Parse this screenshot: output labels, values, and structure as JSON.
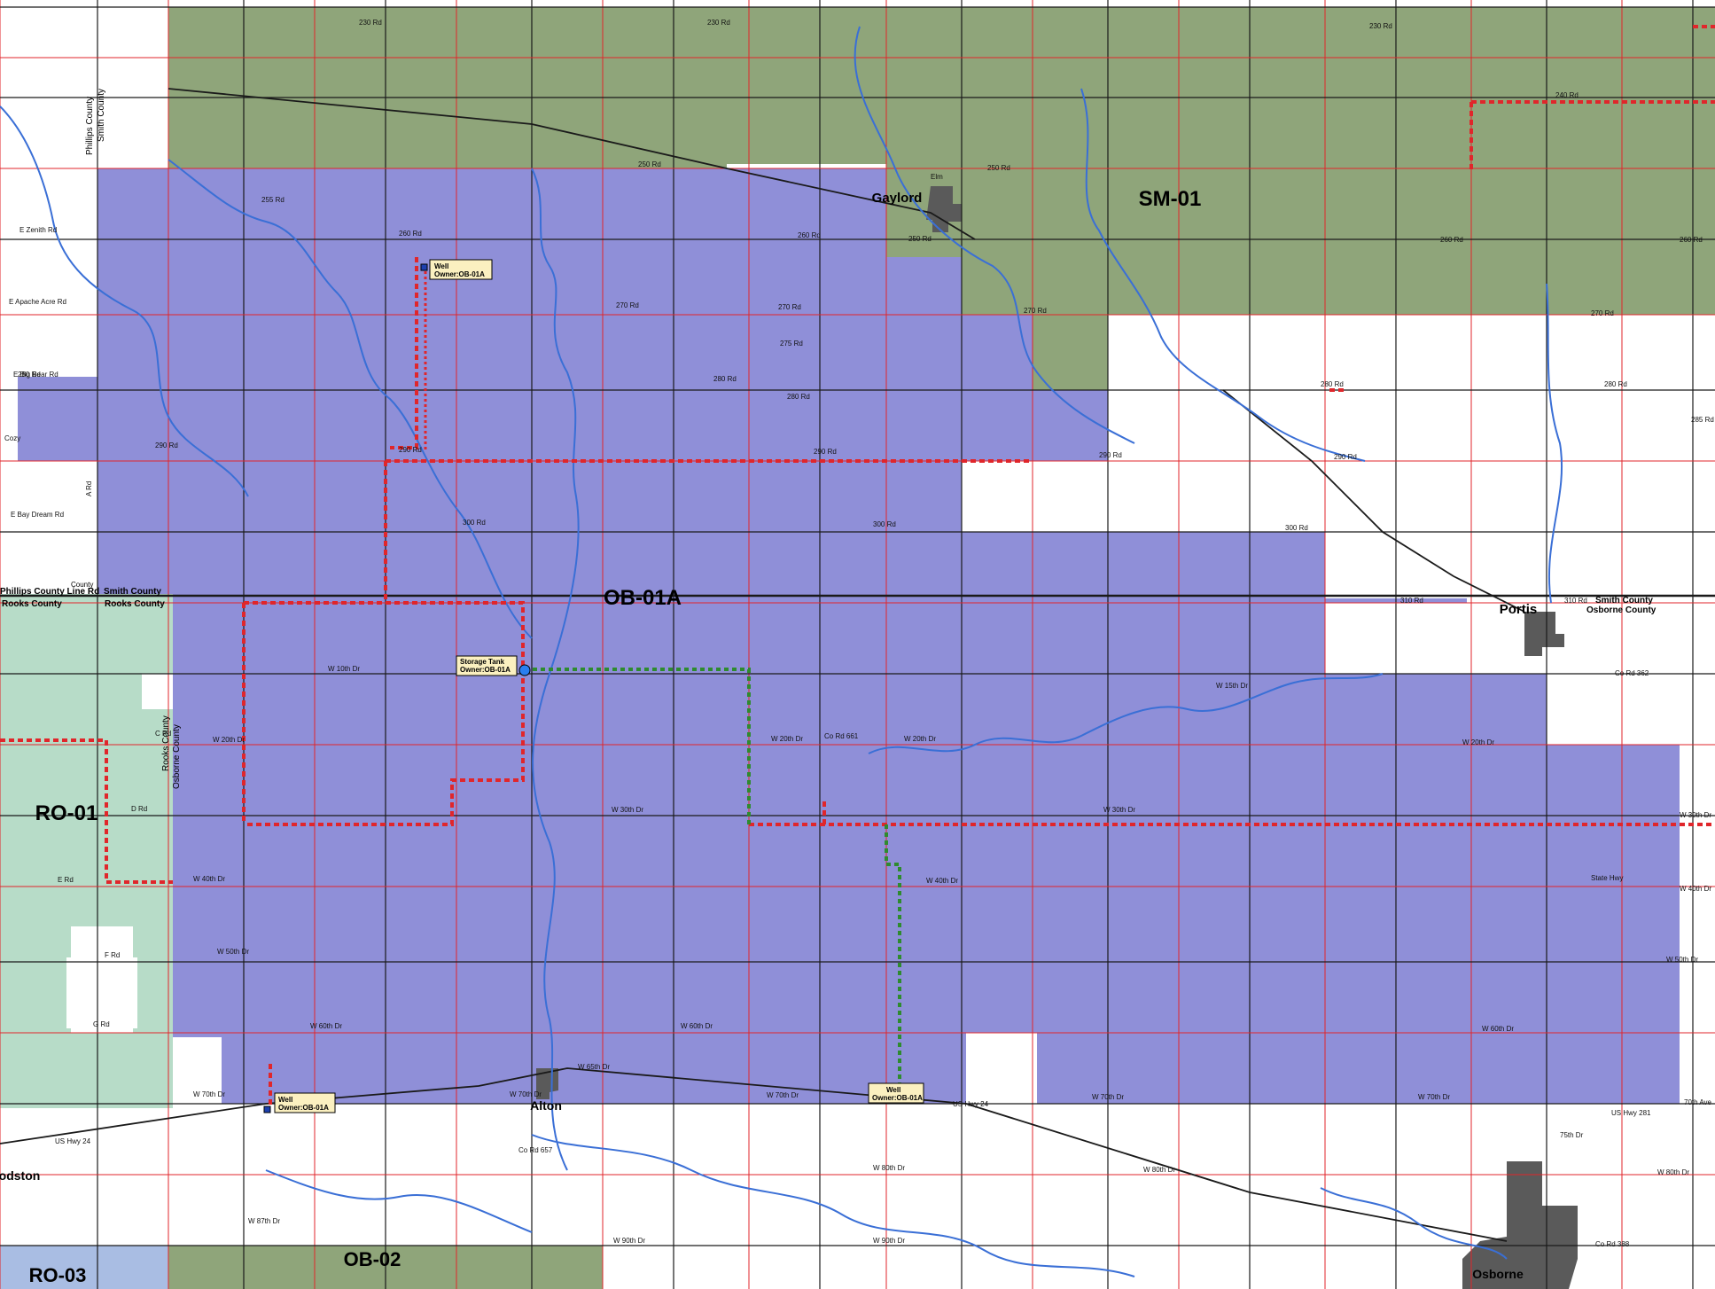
{
  "colors": {
    "sm01": "#8fa57a",
    "ob01a": "#8f8fd8",
    "ro01": "#b7dcc8",
    "ro03": "#a9bde3",
    "ob02": "#8fa57a",
    "town": "#5a5a5a",
    "section_line": "#e0262b",
    "road": "#1a1a1a",
    "river": "#3a6fd6",
    "zone_boundary": "#e0262b",
    "pipeline": "#2e8b2e",
    "label_box": "#fbf0c0"
  },
  "zones": {
    "sm01": "SM-01",
    "ob01a": "OB-01A",
    "ro01": "RO-01",
    "ro03": "RO-03",
    "ob02": "OB-02"
  },
  "towns": {
    "gaylord": "Gaylord",
    "portis": "Portis",
    "alton": "Alton",
    "osborne": "Osborne",
    "stockton": "odston"
  },
  "counties": {
    "phillips_smith_line": "Phillips County Line Rd",
    "smith_county": "Smith County",
    "rooks_county": "Rooks County",
    "phillips_vert": "Phillips County",
    "smith_vert": "Smith County",
    "rooks_vert": "Rooks County",
    "osborne_vert": "Osborne County",
    "smith_east": "Smith County",
    "osborne_east": "Osborne County",
    "county_label": "County"
  },
  "facilities": [
    {
      "id": "well-1",
      "title": "Well",
      "owner": "Owner:OB-01A"
    },
    {
      "id": "storage-tank",
      "title": "Storage Tank",
      "owner": "Owner:OB-01A"
    },
    {
      "id": "well-2",
      "title": "Well",
      "owner": "Owner:OB-01A"
    },
    {
      "id": "well-3",
      "title": "Well",
      "owner": "Owner:OB-01A"
    }
  ],
  "roads": {
    "r230": "230 Rd",
    "r240": "240 Rd",
    "r250": "250 Rd",
    "r255": "255 Rd",
    "r260": "260 Rd",
    "r270": "270 Rd",
    "r275": "275 Rd",
    "r280": "280 Rd",
    "r285": "285 Rd",
    "r290": "290 Rd",
    "r300": "300 Rd",
    "r310": "310 Rd",
    "zenith": "E Zenith Rd",
    "apache": "E Apache Acre Rd",
    "bigbear": "E Big Bear Rd",
    "baydream": "E Bay Dream Rd",
    "cozy": "Cozy",
    "w10": "W 10th Dr",
    "w15": "W 15th Dr",
    "w20": "W 20th Dr",
    "w30": "W 30th Dr",
    "w40": "W 40th Dr",
    "w50": "W 50th Dr",
    "w60": "W 60th Dr",
    "w65": "W 65th Dr",
    "w70": "W 70th Dr",
    "w80": "W 80th Dr",
    "w87": "W 87th Dr",
    "w90": "W 90th Dr",
    "cd": "C Rd",
    "dd": "D Rd",
    "ed": "E Rd",
    "fd": "F Rd",
    "gd": "G Rd",
    "us24": "US Hwy 24",
    "co661": "Co Rd 661",
    "co657": "Co Rd 657",
    "co362": "Co Rd 362",
    "co388": "Co Rd 388",
    "hwy281": "US Hwy 281",
    "state_hwy": "State Hwy",
    "seventieth_ave": "70th Ave",
    "seventy5": "75th Dr",
    "elm": "Elm",
    "a_rd": "A Rd"
  }
}
